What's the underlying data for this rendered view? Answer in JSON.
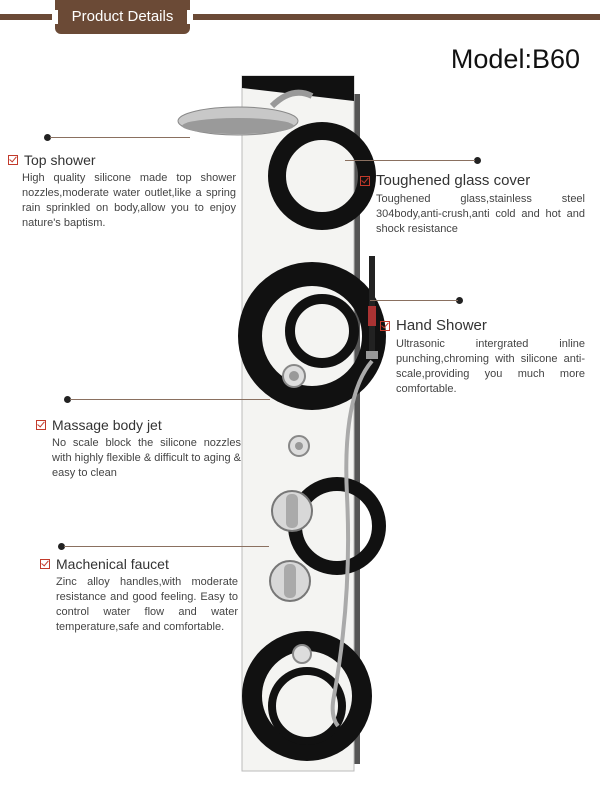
{
  "header": {
    "title": "Product Details"
  },
  "model": "Model:B60",
  "features": {
    "top_shower": {
      "title": "Top shower",
      "desc": "High quality silicone made top shower nozzles,moderate water outlet,like a spring rain sprinkled on body,allow you to enjoy nature's baptism."
    },
    "glass_cover": {
      "title": "Toughened glass cover",
      "desc": "Toughened glass,stainless steel 304body,anti-crush,anti cold and hot and shock resistance"
    },
    "hand_shower": {
      "title": "Hand Shower",
      "desc": "Ultrasonic intergrated inline punching,chroming with silicone anti-scale,providing you much more comfortable."
    },
    "massage_jet": {
      "title": "Massage body jet",
      "desc": "No scale block the silicone nozzles with  highly flexible & difficult to aging & easy to clean"
    },
    "faucet": {
      "title": "Machenical faucet",
      "desc": "Zinc alloy handles,with moderate resistance and good feeling. Easy to control water flow and water temperature,safe and comfortable."
    }
  },
  "colors": {
    "brand": "#6b4a36",
    "accent": "#c23a2b"
  }
}
